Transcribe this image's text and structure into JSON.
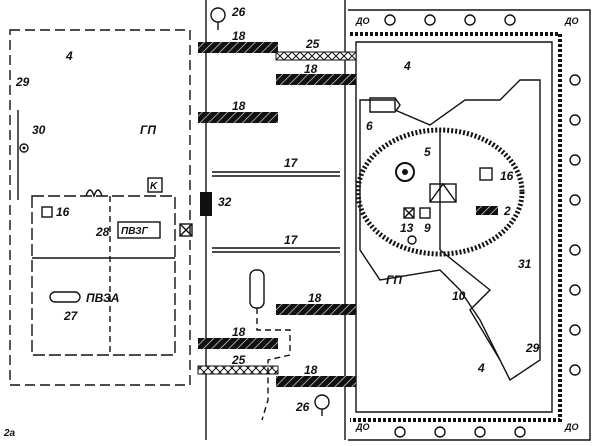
{
  "labels": {
    "n26a": "26",
    "n26b": "26",
    "n18a": "18",
    "n18b": "18",
    "n18c": "18",
    "n18d": "18",
    "n18e": "18",
    "n18f": "18",
    "n25a": "25",
    "n25b": "25",
    "n17a": "17",
    "n17b": "17",
    "n32": "32",
    "n4a": "4",
    "n4b": "4",
    "n4c": "4",
    "n29a": "29",
    "n29b": "29",
    "n30": "30",
    "gp_a": "ГП",
    "gp_b": "ГП",
    "k_box": "K",
    "n16a": "16",
    "n16b": "16",
    "n28": "28",
    "pvzg": "ПВЗГ",
    "pvza": "ПВЗА",
    "n27": "27",
    "n6": "6",
    "n5": "5",
    "n2": "2",
    "n13": "13",
    "n9": "9",
    "n31": "31",
    "n10": "10",
    "do_tl": "ДО",
    "do_tr": "ДО",
    "do_bl": "ДО",
    "do_br": "ДО",
    "fig": "2а"
  },
  "colors": {
    "ink": "#111111",
    "paper": "#ffffff"
  }
}
